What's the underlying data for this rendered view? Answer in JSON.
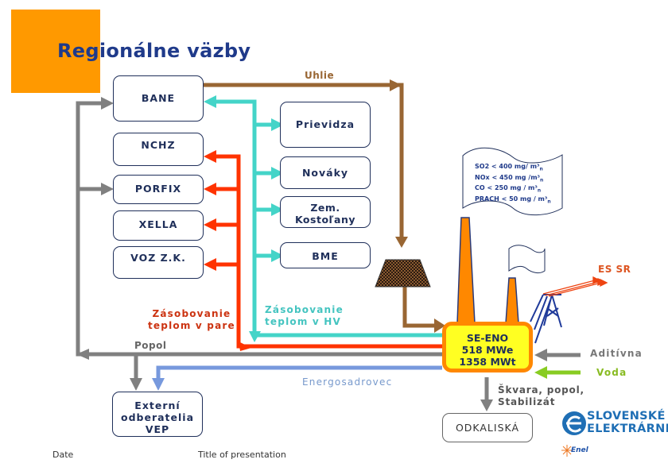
{
  "title": "Regionálne väzby",
  "nodes": {
    "bane": "BANE",
    "nchz": "NCHZ",
    "porfix": "PORFIX",
    "xella": "XELLA",
    "voz": "VOZ Z.K.",
    "prievidza": "Prievidza",
    "novaky": "Nováky",
    "kostolany": "Zem. Kostoľany",
    "bme": "BME",
    "externi": [
      "Externí",
      "odberatelia",
      "VEP"
    ],
    "odkaliska": "ODKALISKÁ"
  },
  "plant": {
    "name": "SE-ENO",
    "electric": "518 MWe",
    "thermal": "1358 MWt"
  },
  "labels": {
    "uhlie": "Uhlie",
    "para": [
      "Zásobovanie",
      "teplom v pare"
    ],
    "hv": [
      "Zásobovanie",
      "teplom v HV"
    ],
    "popol": "Popol",
    "energosadrovec": "Energosadrovec",
    "es_sr": "ES SR",
    "aditivna": "Aditívna",
    "voda": "Voda",
    "skvara": [
      "Škvara, popol,",
      "Stabilizát"
    ]
  },
  "emissions": [
    {
      "name": "SO2",
      "op": "<",
      "value": "400",
      "unit": "mg/ m³",
      "sub": "n"
    },
    {
      "name": "NOx",
      "op": "<",
      "value": "450",
      "unit": "mg /m³",
      "sub": "n"
    },
    {
      "name": "CO ",
      "op": "<",
      "value": "250",
      "unit": "mg / m³",
      "sub": "n"
    },
    {
      "name": "PRACH",
      "op": "<",
      "value": "50",
      "unit": "mg / m³",
      "sub": "n"
    }
  ],
  "logo": {
    "line1": "SLOVENSKÉ",
    "line2": "ELEKTRÁRNE",
    "enel": "Enel"
  },
  "footer": {
    "date": "Date",
    "presentation": "Title of presentation"
  },
  "colors": {
    "coal": "#996633",
    "hot_water": "#44d4c8",
    "steam": "#ff3300",
    "ash": "#808080",
    "gypsum": "#7799dd",
    "water": "#88cc22",
    "plant_fill": "#ffff22",
    "plant_border": "#ff8800",
    "title": "#1f3a8a"
  }
}
